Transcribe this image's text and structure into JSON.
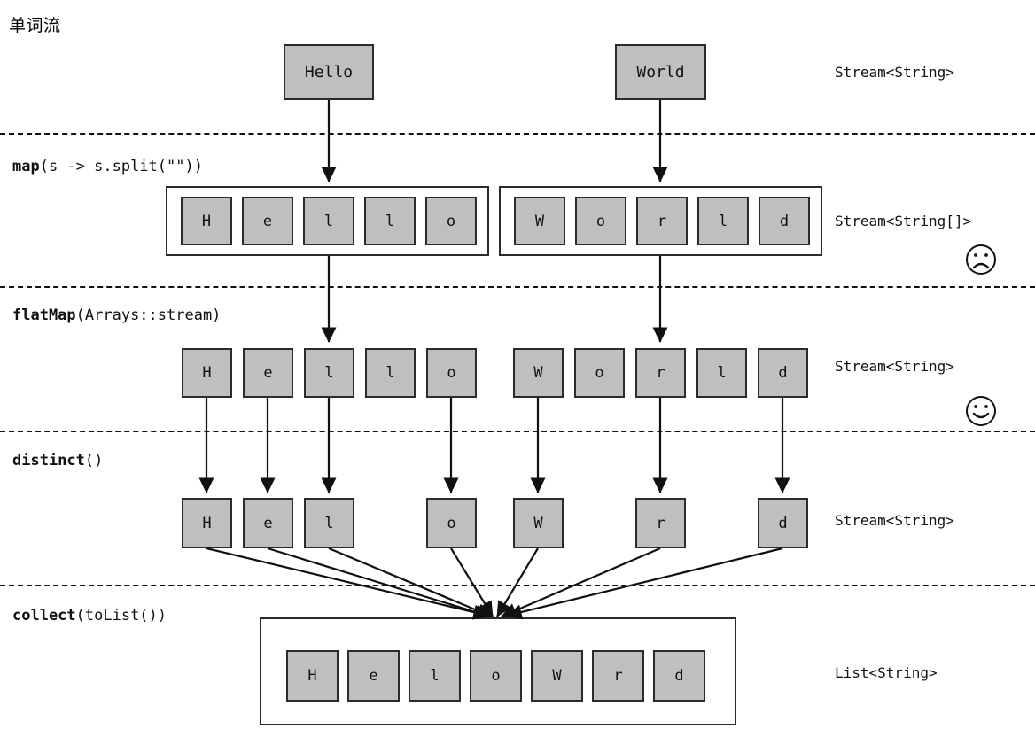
{
  "title": "单词流",
  "colors": {
    "cell_fill": "#bfbfbf",
    "cell_stroke": "#2b2b2b",
    "divider": "#111111",
    "background": "#ffffff"
  },
  "stages": [
    {
      "id": "source",
      "operation": {
        "name": "",
        "args": ""
      },
      "type_label": "Stream<String>",
      "emoticon": null,
      "groups": [
        {
          "boxed": false,
          "items": [
            "Hello"
          ]
        },
        {
          "boxed": false,
          "items": [
            "World"
          ]
        }
      ]
    },
    {
      "id": "map",
      "operation": {
        "name": "map",
        "args": "(s -> s.split(\"\"))"
      },
      "type_label": "Stream<String[]>",
      "emoticon": "frowning-face",
      "groups": [
        {
          "boxed": true,
          "items": [
            "H",
            "e",
            "l",
            "l",
            "o"
          ]
        },
        {
          "boxed": true,
          "items": [
            "W",
            "o",
            "r",
            "l",
            "d"
          ]
        }
      ]
    },
    {
      "id": "flatMap",
      "operation": {
        "name": "flatMap",
        "args": "(Arrays::stream)"
      },
      "type_label": "Stream<String>",
      "emoticon": "smiling-face",
      "groups": [
        {
          "boxed": false,
          "items": [
            "H",
            "e",
            "l",
            "l",
            "o"
          ]
        },
        {
          "boxed": false,
          "items": [
            "W",
            "o",
            "r",
            "l",
            "d"
          ]
        }
      ]
    },
    {
      "id": "distinct",
      "operation": {
        "name": "distinct",
        "args": "()"
      },
      "type_label": "Stream<String>",
      "emoticon": null,
      "groups": [
        {
          "boxed": false,
          "items": [
            "H",
            "e",
            "l",
            "o",
            "W",
            "r",
            "d"
          ]
        }
      ]
    },
    {
      "id": "collect",
      "operation": {
        "name": "collect",
        "args": "(toList())"
      },
      "type_label": "List<String>",
      "emoticon": null,
      "groups": [
        {
          "boxed": true,
          "items": [
            "H",
            "e",
            "l",
            "o",
            "W",
            "r",
            "d"
          ]
        }
      ]
    }
  ],
  "icons": {
    "frowning_face": "frowning-face-icon",
    "smiling_face": "smiling-face-icon"
  }
}
